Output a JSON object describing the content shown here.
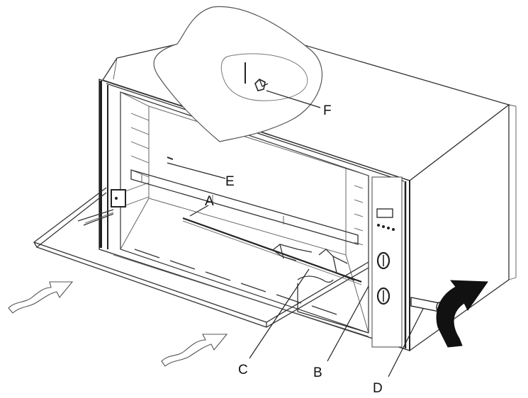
{
  "diagram": {
    "labels": {
      "a": "A",
      "b": "B",
      "c": "C",
      "d": "D",
      "e": "E",
      "f": "F"
    },
    "colors": {
      "line": "#333333",
      "fill": "#ffffff",
      "arrow": "#111111"
    }
  }
}
